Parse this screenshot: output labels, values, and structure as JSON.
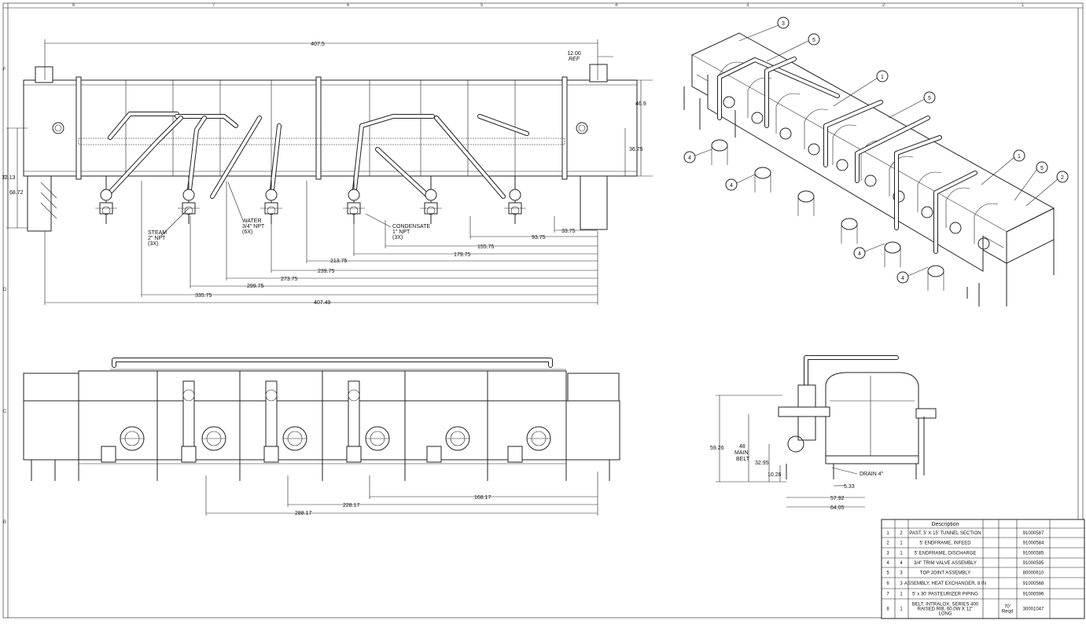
{
  "zones": {
    "top": [
      "8",
      "7",
      "6",
      "5",
      "4",
      "3",
      "2",
      "1"
    ],
    "left": [
      "F",
      "E",
      "D",
      "C",
      "B"
    ]
  },
  "top_view": {
    "dims": {
      "overall": "407.5",
      "ref_value": "12.00",
      "ref_label": "REF",
      "height_a": "46.9",
      "height_b": "36.75",
      "left_outer": "72.13",
      "left_inner": "68.72",
      "d1": "33.75",
      "d2": "93.75",
      "d3": "155.75",
      "d4": "179.75",
      "d5": "213.75",
      "d6": "239.75",
      "d7": "273.75",
      "d8": "299.75",
      "d9": "335.75",
      "d10": "407.49"
    },
    "callouts": {
      "steam": [
        "STEAM",
        "2\" NPT",
        "(3X)"
      ],
      "water": [
        "WATER",
        "3/4\" NPT",
        "(6X)"
      ],
      "condensate": [
        "CONDENSATE",
        "1\" NPT",
        "(3X)"
      ]
    }
  },
  "front_view": {
    "dims": {
      "a": "168.17",
      "b": "228.17",
      "c": "288.17"
    }
  },
  "end_view": {
    "dims": {
      "height_overall": "59.26",
      "belt_value": "48",
      "belt_label_1": "MAIN",
      "belt_label_2": "BELT",
      "h2": "32.95",
      "h3": "10.26",
      "w1": "5.33",
      "w2": "57.92",
      "w3": "64.05",
      "drain": "DRAIN 4\""
    }
  },
  "iso_balloons": [
    "3",
    "5",
    "1",
    "5",
    "1",
    "5",
    "2",
    "4",
    "4",
    "4",
    "4"
  ],
  "bom": {
    "header": "Description",
    "rows": [
      {
        "item": "1",
        "qty": "2",
        "desc": "PAST, 5' X 15' TUNNEL SECTION",
        "qty2": "",
        "part": "91000587"
      },
      {
        "item": "2",
        "qty": "1",
        "desc": "5' ENDFRAME, INFEED",
        "qty2": "",
        "part": "91000584"
      },
      {
        "item": "3",
        "qty": "1",
        "desc": "5' ENDFRAME, DISCHARGE",
        "qty2": "",
        "part": "91000585"
      },
      {
        "item": "4",
        "qty": "4",
        "desc": "3/4\" TRIM VALVE ASSEMBLY",
        "qty2": "",
        "part": "91000595"
      },
      {
        "item": "5",
        "qty": "3",
        "desc": "TOP JOINT ASSEMBLY",
        "qty2": "",
        "part": "80000610"
      },
      {
        "item": "6",
        "qty": "3",
        "desc": "ASSEMBLY, HEAT EXCHANGER, 8 IN",
        "qty2": "",
        "part": "91000568"
      },
      {
        "item": "7",
        "qty": "1",
        "desc": "5' x 30' PASTEURIZER PIPING",
        "qty2": "",
        "part": "91000596"
      },
      {
        "item": "8",
        "qty": "1",
        "desc": "BELT, INTRALOX, SERIES 400 RAISED RIB, 60.0W X 12\" LONG",
        "qty2": "70' Reqd",
        "part": "30001047"
      }
    ]
  }
}
